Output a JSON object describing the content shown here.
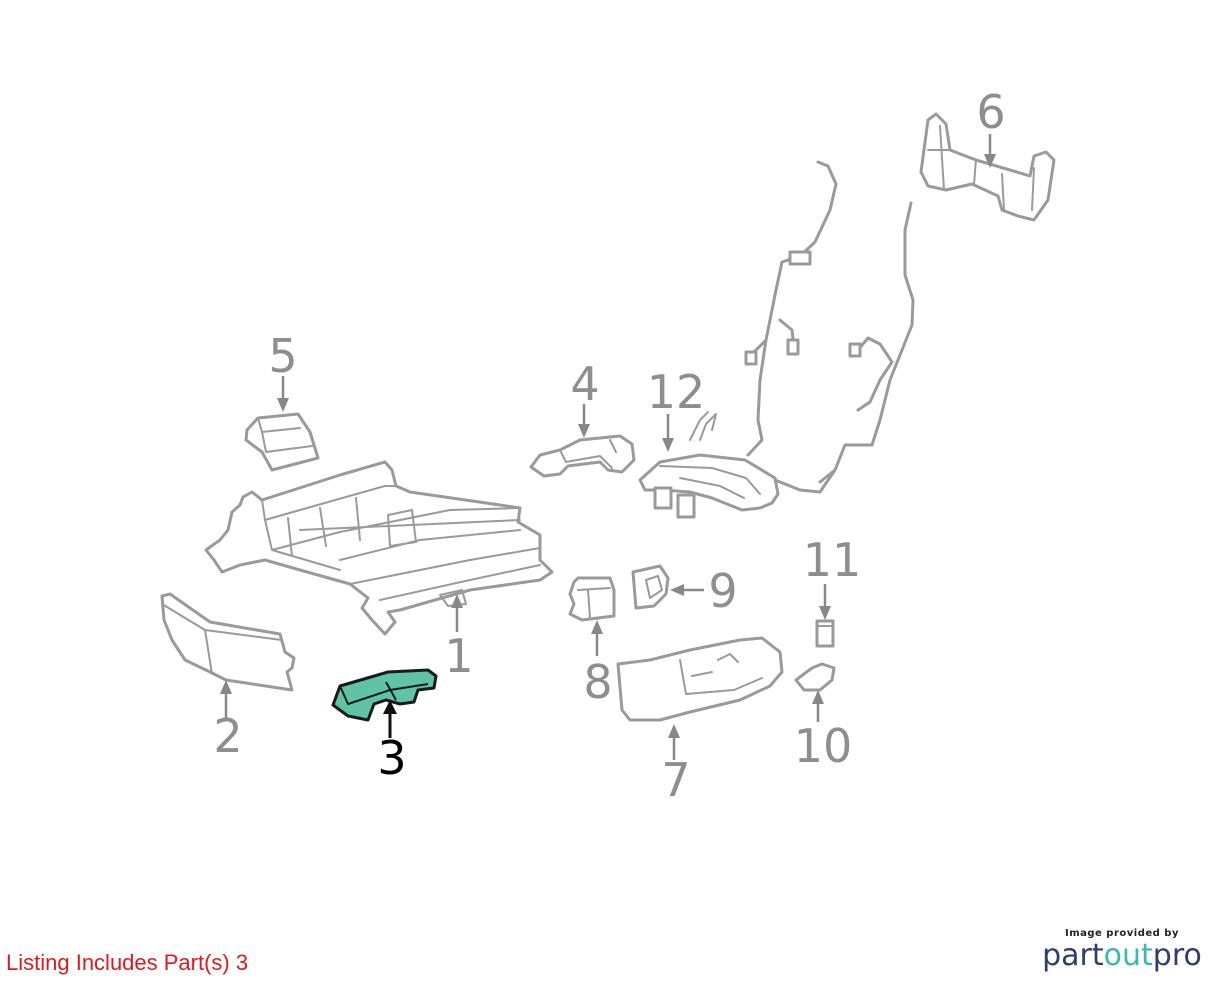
{
  "callouts": {
    "c1": "1",
    "c2": "2",
    "c3": "3",
    "c4": "4",
    "c5": "5",
    "c6": "6",
    "c7": "7",
    "c8": "8",
    "c9": "9",
    "c10": "10",
    "c11": "11",
    "c12": "12"
  },
  "highlighted_part": "3",
  "colors": {
    "highlight_fill": "#5fc3a6",
    "part_stroke": "#9a9a9a",
    "callout_gray": "#8e8e8e",
    "listing_red": "#e0191e",
    "brand_navy": "#2c3e6b",
    "brand_teal": "#3bb8b0"
  },
  "footer": {
    "listing_note": "Listing Includes Part(s) 3"
  },
  "brand": {
    "caption": "Image provided by",
    "logo_part": "part",
    "logo_out": "out",
    "logo_pro": "pro"
  }
}
